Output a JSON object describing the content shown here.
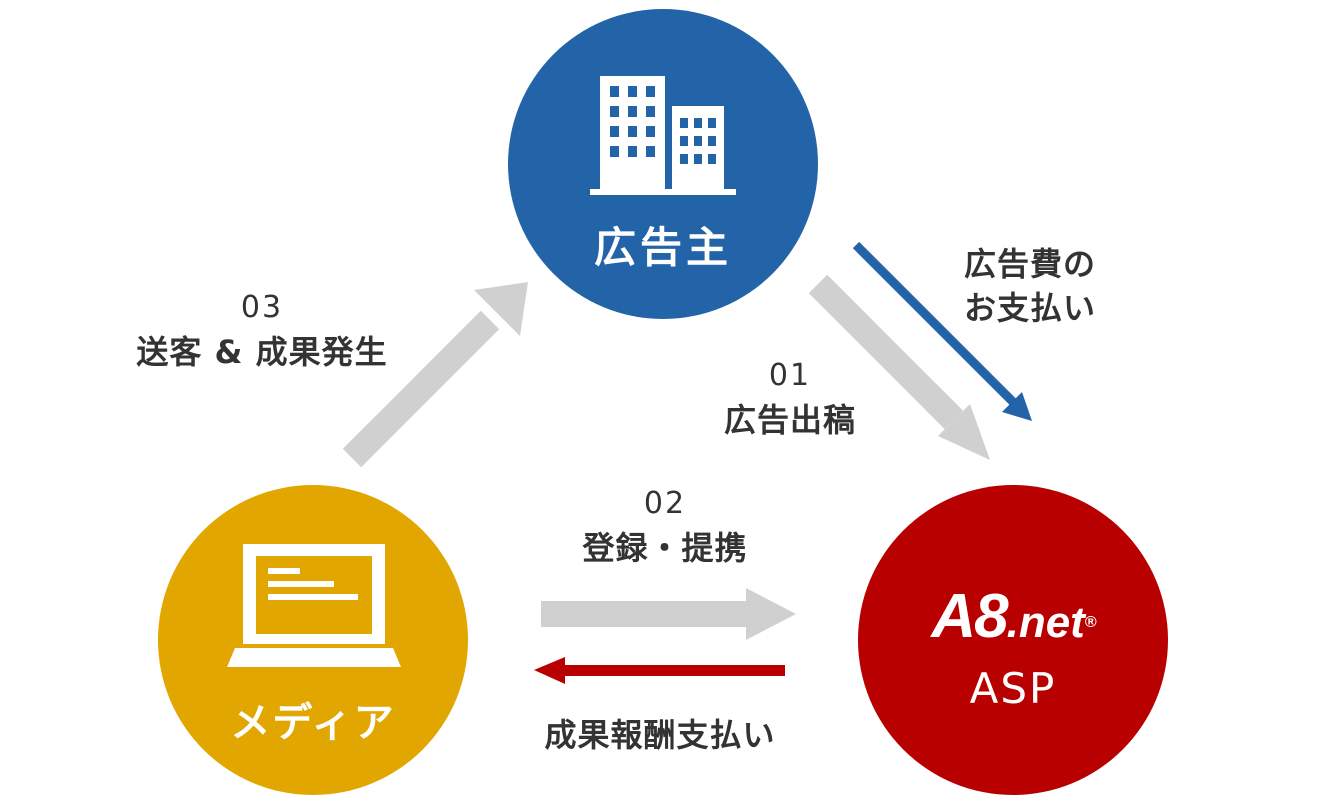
{
  "nodes": {
    "advertiser": {
      "label": "広告主",
      "color": "#2364a8",
      "icon": "office-building-icon"
    },
    "media": {
      "label": "メディア",
      "color": "#e2a600",
      "icon": "laptop-icon"
    },
    "asp": {
      "label": "ASP",
      "color": "#b90000",
      "logo": {
        "text": "A8",
        "suffix": ".net",
        "registered": "®"
      }
    }
  },
  "edges": {
    "ad_placement": {
      "number": "01",
      "label": "広告出稿",
      "color": "#d0d0d0"
    },
    "registration": {
      "number": "02",
      "label": "登録・提携",
      "color": "#d0d0d0"
    },
    "traffic": {
      "number": "03",
      "label": "送客 & 成果発生",
      "color": "#d0d0d0"
    },
    "ad_fee": {
      "label_line1": "広告費の",
      "label_line2": "お支払い",
      "color": "#2364a8"
    },
    "reward": {
      "label": "成果報酬支払い",
      "color": "#b90000"
    }
  }
}
